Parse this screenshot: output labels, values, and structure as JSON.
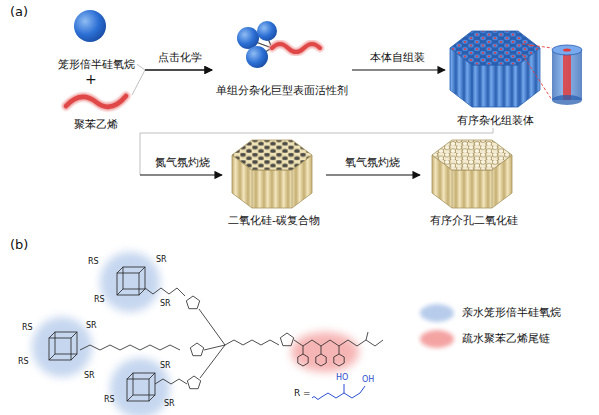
{
  "diagram": {
    "nodes": [
      {
        "text": [
          "笼形倍半硅氧烷"
        ]
      },
      {
        "text": [
          "聚苯乙烯"
        ]
      },
      {
        "text": [
          "单组分杂化巨型表面活性剂"
        ]
      },
      {
        "text": [
          "有序杂化组装体"
        ]
      },
      {
        "text": [
          "二氧化硅-碳复合物"
        ]
      },
      {
        "text": [
          "有序介孔二氧化硅"
        ]
      }
    ],
    "edges": [
      {
        "from": 0,
        "to": 2,
        "arrow": "to",
        "label": "点击化学"
      },
      {
        "from": 1,
        "to": 2,
        "arrow": "to"
      },
      {
        "from": 2,
        "to": 3,
        "arrow": "to",
        "label": "本体自组装"
      },
      {
        "from": 3,
        "to": 4,
        "arrow": "to",
        "label": "氮气氛灼烧"
      },
      {
        "from": 4,
        "to": 5,
        "arrow": "to",
        "label": "氧气氛灼烧"
      }
    ],
    "labels": [
      "(a)",
      "+",
      "(b)",
      "RS",
      "SR",
      "RS",
      "SR",
      "RS",
      "SR",
      "RS",
      "SR",
      "RS",
      "SR",
      "SR",
      "R =",
      "HO",
      "OH"
    ],
    "legend": [
      {
        "text": "亲水笼形倍半硅氧烷",
        "color": "#b7cceb"
      },
      {
        "text": "疏水聚苯乙烯尾链",
        "color": "#f4a3a3"
      }
    ]
  }
}
